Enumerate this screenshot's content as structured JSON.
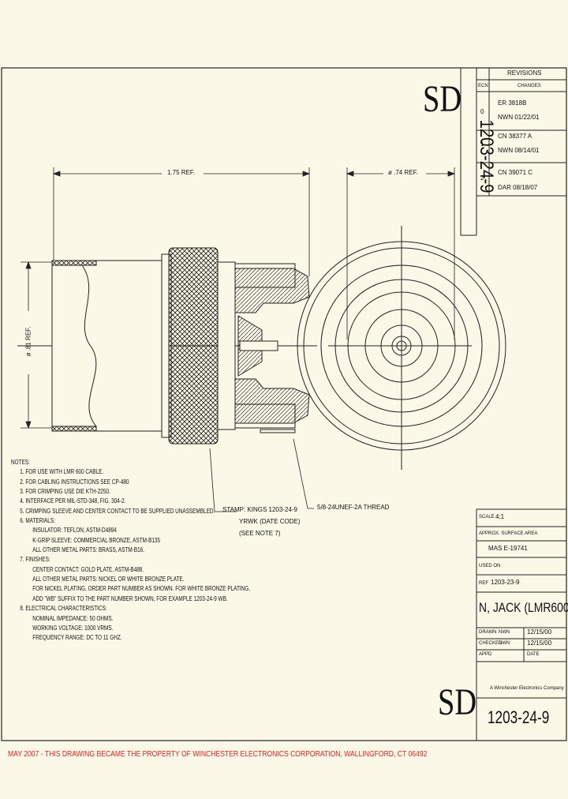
{
  "sheet": {
    "sd_top": "SD",
    "sd_bottom": "SD",
    "vertical_part_no": "1203-24-9"
  },
  "revisions": {
    "title": "REVISIONS",
    "col_ecn": "ECN",
    "col_changes": "CHANGES",
    "rows": [
      {
        "rev": "0",
        "line1": "ER  3818B",
        "line2": "NWN  01/22/01"
      },
      {
        "rev": "1",
        "line1": "CN  38377  A",
        "line2": "NWN  08/14/01"
      },
      {
        "rev": "2",
        "line1": "CN  39071  C",
        "line2": "DAR  08/18/07"
      }
    ]
  },
  "dimensions": {
    "length": "1.75 REF.",
    "diameter_front": "ø .74 REF.",
    "diameter_side": "ø .81 REF."
  },
  "callouts": {
    "stamp_1": "STAMP: KINGS 1203-24-9",
    "stamp_2": "YRWK (DATE CODE)",
    "stamp_3": "(SEE NOTE 7)",
    "thread": "5/8-24UNEF-2A THREAD"
  },
  "notes": {
    "heading": "NOTES:",
    "lines": [
      "1. FOR USE WITH LMR 600 CABLE.",
      "2. FOR CABLING INSTRUCTIONS SEE CP-480",
      "3. FOR CRIMPING USE DIE KTH-2250.",
      "4. INTERFACE PER MIL-STD-348, FIG. 304-2.",
      "5. CRIMPING SLEEVE AND CENTER CONTACT TO BE SUPPLIED UNASSEMBLED.",
      "6. MATERIALS:"
    ],
    "materials": [
      "INSULATOR: TEFLON, ASTM-D4894",
      "K-GRIP SLEEVE: COMMERCIAL BRONZE, ASTM-B135",
      "ALL OTHER METAL PARTS: BRASS, ASTM-B16."
    ],
    "finishes_heading": "7. FINISHES:",
    "finishes": [
      "CENTER CONTACT: GOLD PLATE, ASTM-B488.",
      "ALL OTHER METAL PARTS: NICKEL OR WHITE BRONZE PLATE.",
      "FOR NICKEL PLATING, ORDER PART NUMBER AS SHOWN.  FOR WHITE BRONZE PLATING,",
      "ADD \"WB\" SUFFIX TO THE PART NUMBER SHOWN, FOR EXAMPLE 1203-24-9 WB."
    ],
    "electrical_heading": "8. ELECTRICAL CHARACTERISTICS:",
    "electrical": [
      "NOMINAL IMPEDANCE: 50 OHMS.",
      "WORKING VOLTAGE: 1000 VRMS.",
      "FREQUENCY RANGE: DC TO 11 GHZ."
    ]
  },
  "title_block": {
    "scale_label": "SCALE",
    "scale_value": "4:1",
    "surface_label": "APPROX. SURFACE AREA",
    "mas_value": "MAS E-19741",
    "used_on_label": "USED ON",
    "ref_label": "REF",
    "ref_value": "1203-23-9",
    "title": "N, JACK (LMR600)",
    "drawn_label": "DRAWN",
    "drawn_by": "NWN",
    "drawn_date": "12/15/00",
    "checked_label": "CHECKED",
    "checked_by": "NWN",
    "checked_date": "12/15/00",
    "appd_label": "APPD",
    "date_label": "DATE",
    "company": "A Winchester Electronics Company",
    "part_number": "1203-24-9"
  },
  "footer": "MAY 2007 - THIS DRAWING BECAME THE PROPERTY OF WINCHESTER ELECTRONICS CORPORATION, WALLINGFORD, CT 06492"
}
